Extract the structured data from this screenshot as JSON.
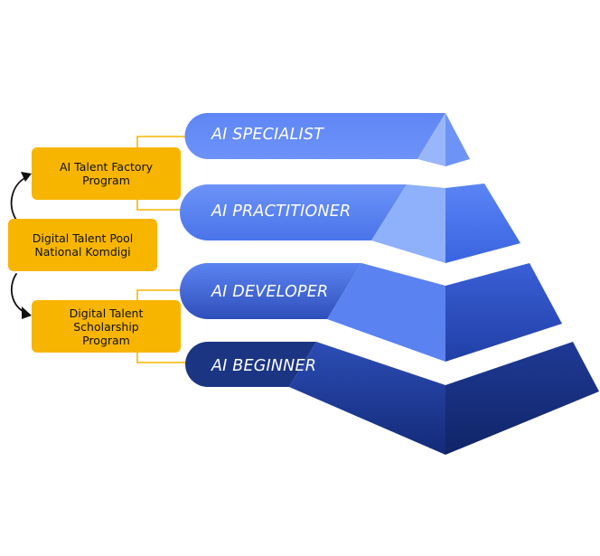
{
  "tiers": [
    {
      "label": "AI SPECIALIST"
    },
    {
      "label": "AI PRACTITIONER"
    },
    {
      "label": "AI DEVELOPER"
    },
    {
      "label": "AI BEGINNER"
    }
  ],
  "programs": {
    "factory": "AI Talent Factory\nProgram",
    "pool": "Digital Talent Pool\nNational Komdigi",
    "scholarship": "Digital Talent\nScholarship\nProgram"
  },
  "colors": {
    "accent_yellow": "#f7b500",
    "connector_yellow": "#f7b500",
    "tier_specialist": "#6a8ff7",
    "tier_practitioner": "#4f78ec",
    "tier_developer": "#3557c6",
    "tier_beginner": "#1c3583",
    "arrow": "#111111"
  }
}
